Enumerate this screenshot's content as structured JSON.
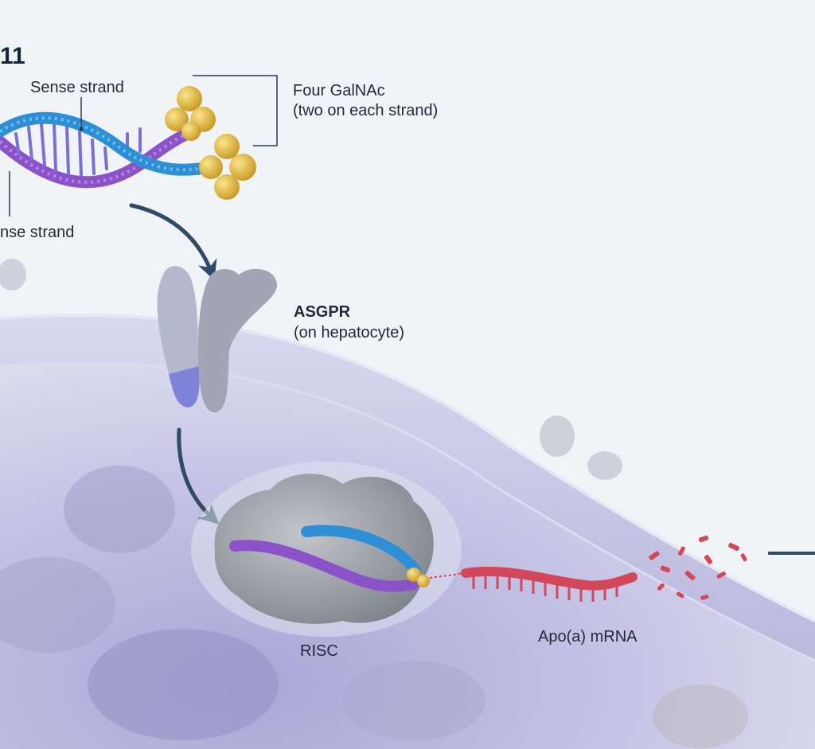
{
  "figure": {
    "partial_title": "11",
    "labels": {
      "sense_strand": "Sense strand",
      "antisense_strand": "nse strand",
      "galnac_line1": "Four GalNAc",
      "galnac_line2": "(two on each strand)",
      "asgpr_line1": "ASGPR",
      "asgpr_line2": "(on hepatocyte)",
      "risc": "RISC",
      "mrna": "Apo(a) mRNA"
    }
  },
  "colors": {
    "sense_strand": "#2f8fd6",
    "antisense_strand": "#8b52c9",
    "galnac": "#e2b93b",
    "asgpr_receptor": "#a8adc6",
    "risc_complex": "#9a9ea6",
    "mrna": "#d2475a",
    "arrow": "#2e4b68",
    "cell": "#c9c6e6"
  }
}
